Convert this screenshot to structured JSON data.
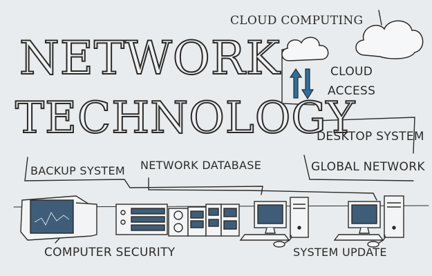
{
  "title": {
    "line1": "NETWORK",
    "line2": "TECHNOLOGY"
  },
  "labels": {
    "cloud_computing": "CLOUD COMPUTING",
    "cloud_access_line1": "CLOUD",
    "cloud_access_line2": "ACCESS",
    "desktop_system": "DESKTOP SYSTEM",
    "global_network": "GLOBAL NETWORK",
    "backup_system": "BACKUP SYSTEM",
    "network_database": "NETWORK DATABASE",
    "computer_security": "COMPUTER SECURITY",
    "system_update": "SYSTEM UPDATE"
  },
  "colors": {
    "background": "#e9ecee",
    "ink": "#2a2a2a",
    "screen": "#3f5d78",
    "arrow": "#2f6f9e"
  },
  "icons": [
    "cloud-icon",
    "upload-download-arrows-icon",
    "crt-monitor-icon",
    "server-rack-icon",
    "desktop-computer-icon"
  ]
}
